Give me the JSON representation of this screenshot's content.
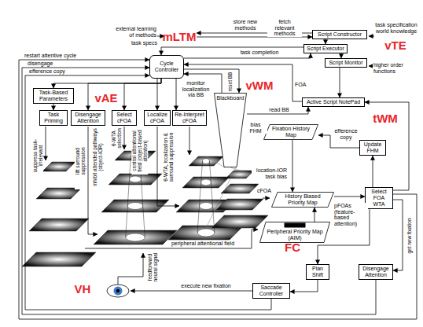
{
  "diagram": {
    "nodes": [
      {
        "text": [
          "Script Constructor"
        ]
      },
      {
        "text": [
          "Script Executor"
        ]
      },
      {
        "text": [
          "Script Monitor"
        ]
      },
      {
        "text": [
          "Active Script NotePad"
        ]
      },
      {
        "text": [
          "Cycle Controller"
        ]
      },
      {
        "text": [
          "Task-Based Parameters"
        ]
      },
      {
        "text": [
          "Task Priming"
        ]
      },
      {
        "text": [
          "Disengage Attention"
        ]
      },
      {
        "text": [
          "Select cFOA"
        ]
      },
      {
        "text": [
          "Localize cFOA"
        ]
      },
      {
        "text": [
          "Re-Interpret cFOA"
        ]
      },
      {
        "text": [
          "Blackboard"
        ]
      },
      {
        "text": [
          "Fixation History Map"
        ]
      },
      {
        "text": [
          "History Biased Priority Map"
        ]
      },
      {
        "text": [
          "Peripheral Priority Map (AIM)"
        ]
      },
      {
        "text": [
          "Update FHM"
        ]
      },
      {
        "text": [
          "Select FOA WTA"
        ]
      },
      {
        "text": [
          "Plan Shift"
        ]
      },
      {
        "text": [
          "Disengage Attention"
        ]
      },
      {
        "text": [
          "Saccade Controller"
        ]
      }
    ],
    "edges": [
      {
        "from": 0,
        "to": 1,
        "arrow": "to"
      },
      {
        "from": 1,
        "to": 4,
        "arrow": "to",
        "label": "task specs"
      },
      {
        "from": 4,
        "to": 1,
        "arrow": "to",
        "label": "task completion"
      },
      {
        "from": 1,
        "to": 2,
        "arrow": "to"
      },
      {
        "from": 2,
        "to": 3,
        "arrow": "to"
      },
      {
        "from": 3,
        "to": 4,
        "arrow": "to",
        "label": "FOA"
      },
      {
        "from": 11,
        "to": 3,
        "arrow": "to",
        "label": "read BB"
      },
      {
        "from": 11,
        "to": 4,
        "arrow": "to",
        "label": "monitor localization via BB"
      },
      {
        "from": 4,
        "to": 11,
        "arrow": "to",
        "label": "reset BB"
      },
      {
        "from": 4,
        "to": 5,
        "arrow": "to"
      },
      {
        "from": 5,
        "to": 6,
        "arrow": "to"
      },
      {
        "from": 4,
        "to": 7,
        "arrow": "to"
      },
      {
        "from": 4,
        "to": 8,
        "arrow": "to"
      },
      {
        "from": 4,
        "to": 9,
        "arrow": "to"
      },
      {
        "from": 4,
        "to": 10,
        "arrow": "to"
      },
      {
        "from": 11,
        "to": 12,
        "arrow": "to",
        "label": "bias FHM"
      },
      {
        "from": 12,
        "to": 13,
        "arrow": "to",
        "label": "location-IOR task bias"
      },
      {
        "from": 14,
        "to": 13,
        "arrow": "to",
        "label": "pFOAs (feature-based attention)"
      },
      {
        "from": 13,
        "to": 16,
        "arrow": "to"
      },
      {
        "from": 16,
        "to": 15,
        "arrow": "to"
      },
      {
        "from": 15,
        "to": 12,
        "arrow": "to",
        "label": "efference copy"
      },
      {
        "from": 16,
        "to": 17,
        "arrow": "to"
      },
      {
        "from": 16,
        "to": 18,
        "arrow": "to",
        "label": "get new fixation"
      },
      {
        "from": 16,
        "to": 3,
        "arrow": "to"
      },
      {
        "from": 16,
        "to": 4,
        "arrow": "to",
        "label": "restart attentive cycle"
      },
      {
        "from": 18,
        "to": 4,
        "arrow": "to",
        "label": "disengage"
      },
      {
        "from": 19,
        "to": 4,
        "arrow": "to",
        "label": "efference copy"
      },
      {
        "from": 17,
        "to": 19,
        "arrow": "to"
      }
    ],
    "labels": [
      "mLTM",
      "vTE",
      "vAE",
      "vWM",
      "tWM",
      "FC",
      "VH",
      "external learning of methods",
      "store new methods",
      "fetch relevant methods",
      "task specification world knowledge",
      "higher order functions",
      "cFOA",
      "suppress task-irrelevant",
      "inhibit attended pathways (object-IOR)",
      "lift surround suppression",
      "θ-WTA selection",
      "central attentional field (object-based attention)",
      "θ-WTA, localization & surround suppression",
      "peripheral attentional field",
      "feedforward neural signal",
      "execute new fixation"
    ]
  }
}
